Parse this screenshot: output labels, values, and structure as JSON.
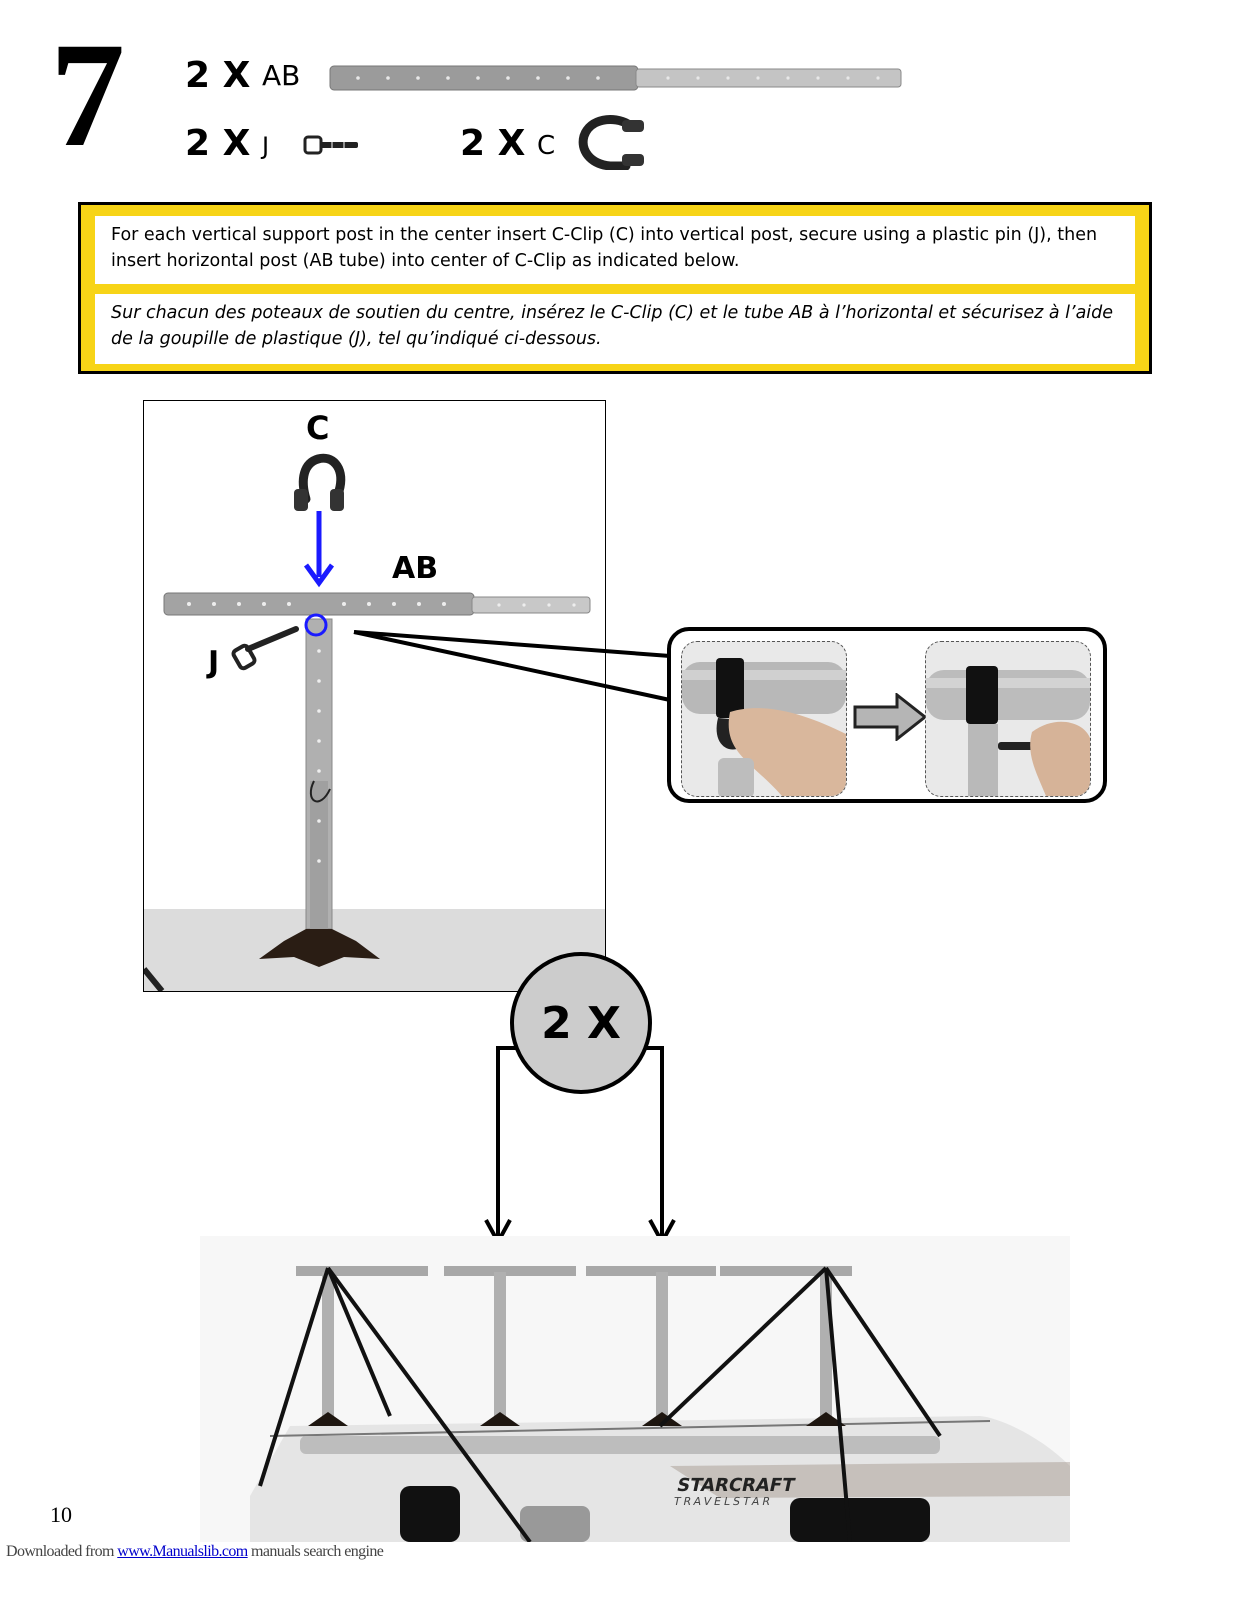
{
  "step": {
    "number": "7"
  },
  "parts": {
    "row1": {
      "qty": "2 X",
      "code": "AB"
    },
    "row2a": {
      "qty": "2 X",
      "code": "J"
    },
    "row2b": {
      "qty": "2 X",
      "code": "C"
    }
  },
  "instructions": {
    "english": "For each vertical support post in the center insert C-Clip (C) into vertical post, secure using a plastic pin (J), then insert horizontal post (AB tube) into center of C-Clip as indicated below.",
    "french": "Sur chacun des poteaux de soutien du centre, insérez le C-Clip (C) et le tube AB à l’horizontal et sécurisez à l’aide de la goupille de plastique (J), tel qu’indiqué ci-dessous."
  },
  "figure": {
    "label_c": "C",
    "label_ab": "AB",
    "label_j": "J"
  },
  "multiplier": {
    "label": "2 X"
  },
  "brand": {
    "line1": "STARCRAFT",
    "line2": "TRAVELSTAR"
  },
  "page": {
    "number": "10"
  },
  "footer": {
    "prefix": "Downloaded from ",
    "link": "www.Manualslib.com",
    "suffix": " manuals search engine"
  },
  "colors": {
    "yellow": "#f7d417",
    "arrow_blue": "#1a1aff",
    "circle_gray": "#cccccc",
    "tube_gray": "#a9a9a9"
  },
  "icons": [
    "tube-ab-icon",
    "pin-j-icon",
    "c-clip-icon",
    "arrow-right-icon"
  ]
}
